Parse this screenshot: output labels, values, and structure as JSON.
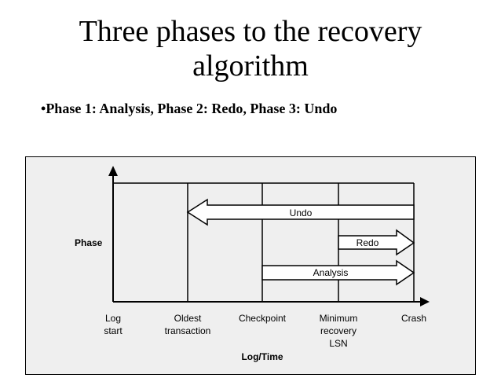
{
  "title": {
    "line1": "Three phases to the recovery",
    "line2": "algorithm"
  },
  "bullet": {
    "marker": "•",
    "text": "Phase 1: Analysis, Phase 2: Redo, Phase 3: Undo"
  },
  "diagram": {
    "y_axis_label": "Phase",
    "x_axis_label": "Log/Time",
    "x_labels": [
      [
        "Log",
        "start"
      ],
      [
        "Oldest",
        "transaction"
      ],
      [
        "Checkpoint"
      ],
      [
        "Minimum",
        "recovery",
        "LSN"
      ],
      [
        "Crash"
      ]
    ],
    "arrows": [
      {
        "label": "Undo",
        "direction": "left",
        "from": "Crash",
        "to": "Oldest transaction"
      },
      {
        "label": "Redo",
        "direction": "right",
        "from": "Minimum recovery LSN",
        "to": "Crash"
      },
      {
        "label": "Analysis",
        "direction": "right",
        "from": "Checkpoint",
        "to": "Crash"
      }
    ],
    "colors": {
      "background": "#efefef",
      "arrow_fill": "#ffffff",
      "line": "#000000"
    }
  }
}
